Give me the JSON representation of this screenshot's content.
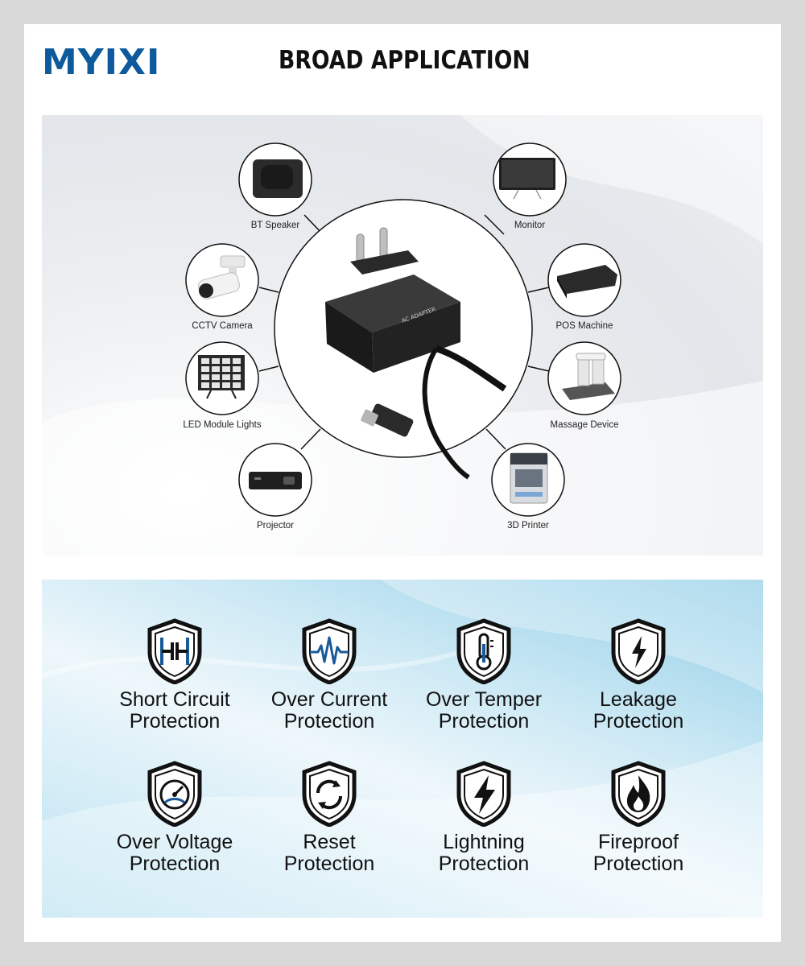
{
  "brand": {
    "logo": "MYIXI",
    "color": "#0d5a9c"
  },
  "header": {
    "title": "BROAD APPLICATION"
  },
  "applications": [
    {
      "label": "BT Speaker",
      "icon": "speaker-icon"
    },
    {
      "label": "Monitor",
      "icon": "monitor-icon"
    },
    {
      "label": "CCTV Camera",
      "icon": "camera-icon"
    },
    {
      "label": "POS Machine",
      "icon": "pos-icon"
    },
    {
      "label": "LED Module Lights",
      "icon": "led-light-icon"
    },
    {
      "label": "Massage Device",
      "icon": "massage-icon"
    },
    {
      "label": "Projector",
      "icon": "projector-icon"
    },
    {
      "label": "3D Printer",
      "icon": "printer-icon"
    }
  ],
  "product": {
    "adapter_text": "AC ADAPTER"
  },
  "protections": [
    {
      "line1": "Short Circuit",
      "line2": "Protection",
      "icon": "short-circuit-shield-icon"
    },
    {
      "line1": "Over Current",
      "line2": "Protection",
      "icon": "current-wave-shield-icon"
    },
    {
      "line1": "Over Temper",
      "line2": "Protection",
      "icon": "thermometer-shield-icon"
    },
    {
      "line1": "Leakage",
      "line2": "Protection",
      "icon": "leakage-bolt-shield-icon"
    },
    {
      "line1": "Over Voltage",
      "line2": "Protection",
      "icon": "gauge-shield-icon"
    },
    {
      "line1": "Reset",
      "line2": "Protection",
      "icon": "reset-arrows-shield-icon"
    },
    {
      "line1": "Lightning",
      "line2": "Protection",
      "icon": "lightning-shield-icon"
    },
    {
      "line1": "Fireproof",
      "line2": "Protection",
      "icon": "flame-shield-icon"
    }
  ]
}
